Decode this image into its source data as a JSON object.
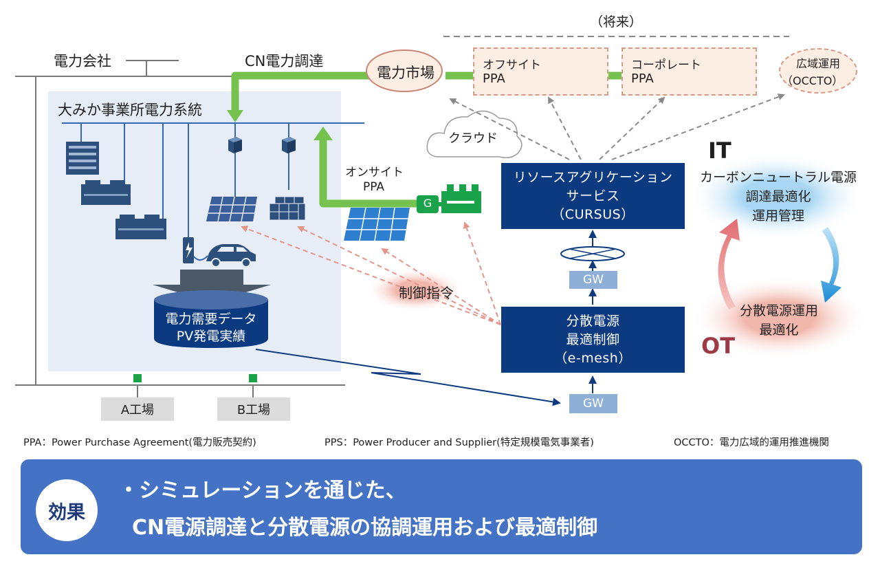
{
  "labels": {
    "future": "（将来）",
    "power_company": "電力会社",
    "cn_procurement": "CN電力調達",
    "system_name": "大みか事業所電力系統",
    "power_market": "電力市場",
    "offsite_ppa_1": "オフサイト",
    "offsite_ppa_2": "PPA",
    "corporate_ppa_1": "コーポレート",
    "corporate_ppa_2": "PPA",
    "occto_1": "広域運用",
    "occto_2": "（OCCTO）",
    "cloud": "クラウド",
    "onsite_ppa_1": "オンサイト",
    "onsite_ppa_2": "PPA",
    "generator": "G",
    "control_command": "制御指令",
    "demand_data_1": "電力需要データ",
    "demand_data_2": "PV発電実績",
    "factory_a": "A工場",
    "factory_b": "B工場",
    "it": "IT",
    "ot": "OT",
    "it_cloud_1": "カーボンニュートラル電源",
    "it_cloud_2": "調達最適化",
    "it_cloud_3": "運用管理",
    "ot_cloud_1": "分散電源運用",
    "ot_cloud_2": "最適化"
  },
  "boxes": {
    "cursus_1": "リソースアグリケーション",
    "cursus_2": "サービス",
    "cursus_3": "（CURSUS）",
    "emesh_1": "分散電源",
    "emesh_2": "最適制御",
    "emesh_3": "（e-mesh）",
    "gw_upper": "GW",
    "gw_lower": "GW"
  },
  "footnotes": {
    "ppa": "PPA：Power Purchase Agreement(電力販売契約)",
    "pps": "PPS：Power Producer and Supplier(特定規模電気事業者)",
    "occto": "OCCTO：電力広域的運用推進機関"
  },
  "effect": {
    "badge": "効果",
    "line1": "・シミュレーションを通じた、",
    "line2": "CN電源調達と分散電源の協調運用および最適制御"
  },
  "colors": {
    "navy": "#0b3a80",
    "green": "#75c24f",
    "orange": "#e87722",
    "panel": "#e7edf6",
    "effect_bar": "#4472c4",
    "gw": "#8fb0d6"
  }
}
